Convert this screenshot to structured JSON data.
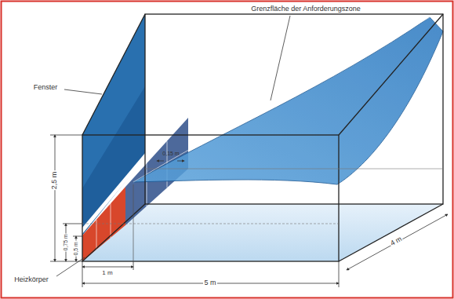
{
  "diagram": {
    "labels": [
      "Fenster",
      "Grenzfläche der Anforderungszone",
      "Heizkörper",
      "2,5 m",
      "0,75 m",
      "0,5 m",
      "0,15 m",
      "1 m",
      "5 m",
      "4 m"
    ]
  }
}
